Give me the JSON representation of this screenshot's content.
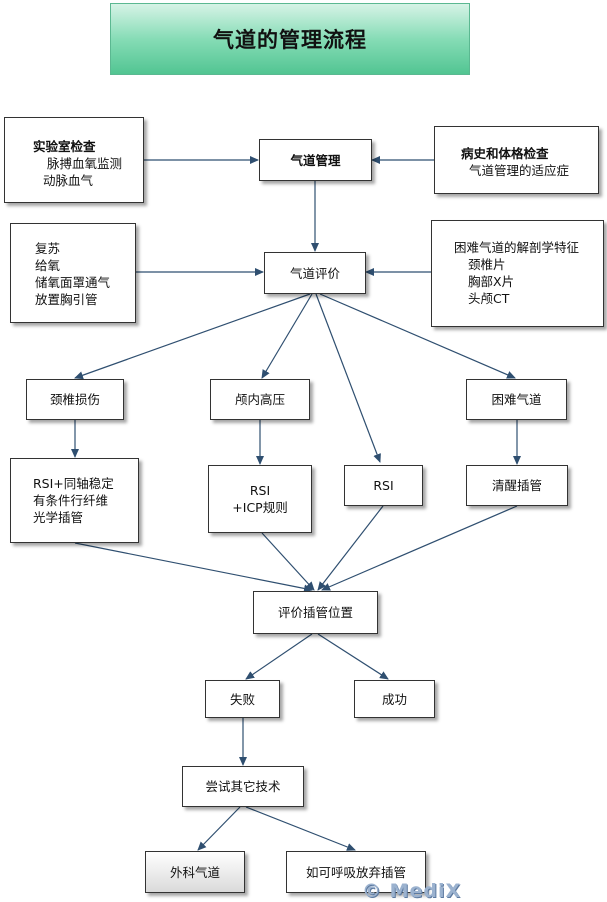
{
  "title": "气道的管理流程",
  "nodes": {
    "lab": {
      "title": "实验室检查",
      "lines": [
        "脉搏血氧监测",
        "动脉血气"
      ]
    },
    "manage": "气道管理",
    "history": {
      "title": "病史和体格检查",
      "lines": [
        "气道管理的适应症"
      ]
    },
    "resus": {
      "lines": [
        "复苏",
        "给氧",
        "储氧面罩通气",
        "放置胸引管"
      ]
    },
    "evaluate": "气道评价",
    "difficult_anat": {
      "title": "困难气道的解剖学特征",
      "lines": [
        "颈椎片",
        "胸部X片",
        "头颅CT"
      ]
    },
    "cspine": "颈椎损伤",
    "icp": "颅内高压",
    "difficult": "困难气道",
    "rsi_inline": {
      "lines": [
        "RSI+同轴稳定",
        "有条件行纤维",
        "光学插管"
      ]
    },
    "rsi_icp": {
      "lines": [
        "RSI",
        "+ICP规则"
      ]
    },
    "rsi": "RSI",
    "awake": "清醒插管",
    "confirm": "评价插管位置",
    "fail": "失败",
    "success": "成功",
    "other": "尝试其它技术",
    "surgical": "外科气道",
    "abandon": "如可呼吸放弃插管"
  },
  "watermark": "© MediX"
}
